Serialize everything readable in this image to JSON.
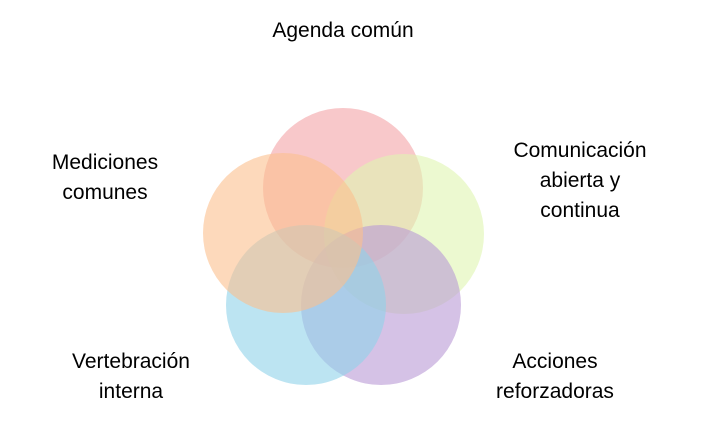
{
  "diagram": {
    "type": "venn",
    "circles": [
      {
        "id": "agenda",
        "color": "#f4a3a6",
        "label_lines": [
          "Agenda común"
        ]
      },
      {
        "id": "comunicacion",
        "color": "#dff5b0",
        "label_lines": [
          "Comunicación",
          "abierta y",
          "continua"
        ]
      },
      {
        "id": "acciones",
        "color": "#b99ad6",
        "label_lines": [
          "Acciones",
          "reforzadoras"
        ]
      },
      {
        "id": "vertebracion",
        "color": "#8fd2ea",
        "label_lines": [
          "Vertebración",
          "interna"
        ]
      },
      {
        "id": "mediciones",
        "color": "#fbbf8d",
        "label_lines": [
          "Mediciones",
          "comunes"
        ]
      }
    ]
  }
}
